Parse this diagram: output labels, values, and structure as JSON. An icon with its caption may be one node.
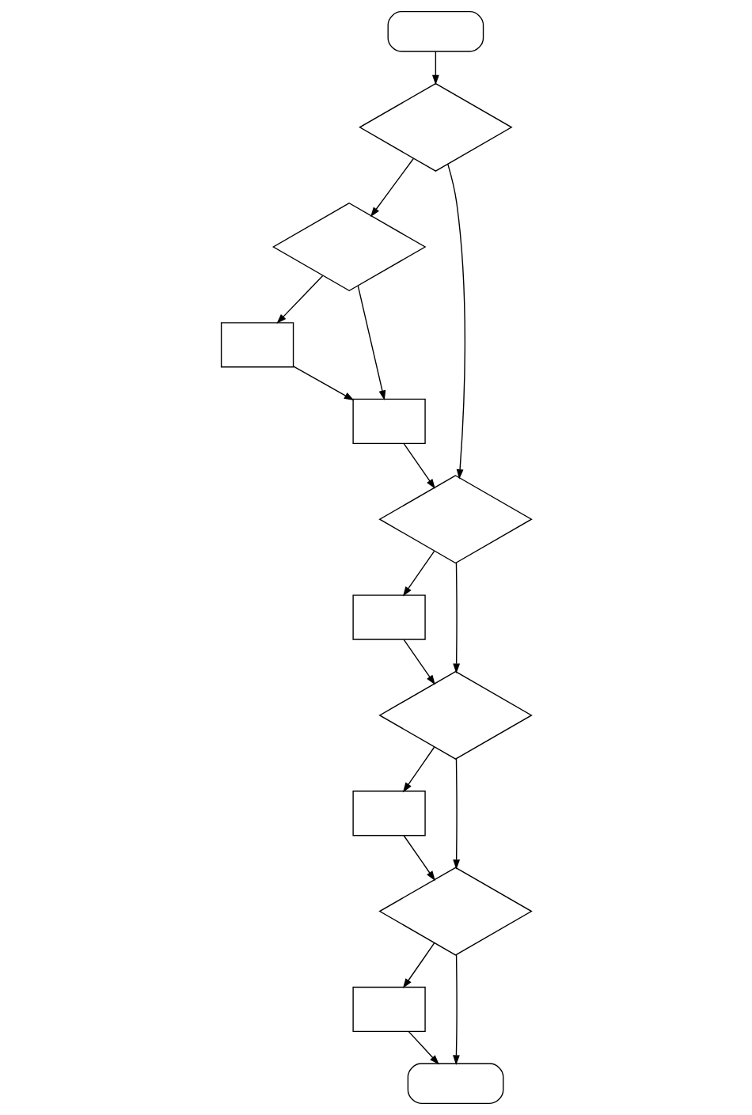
{
  "diagram": {
    "nodes": [
      {
        "text": [],
        "shape": "oval"
      },
      {
        "text": [],
        "shape": "diamond"
      },
      {
        "text": [],
        "shape": "diamond"
      },
      {
        "text": [],
        "shape": "box"
      },
      {
        "text": [],
        "shape": "box"
      },
      {
        "text": [],
        "shape": "diamond"
      },
      {
        "text": [],
        "shape": "box"
      },
      {
        "text": [],
        "shape": "diamond"
      },
      {
        "text": [],
        "shape": "box"
      },
      {
        "text": [],
        "shape": "diamond"
      },
      {
        "text": [],
        "shape": "box"
      },
      {
        "text": [],
        "shape": "oval"
      }
    ],
    "edges": [
      {
        "from": 0,
        "to": 1,
        "arrow": "to"
      },
      {
        "from": 1,
        "to": 2,
        "arrow": "to"
      },
      {
        "from": 2,
        "to": 3,
        "arrow": "to"
      },
      {
        "from": 2,
        "to": 4,
        "arrow": "to"
      },
      {
        "from": 3,
        "to": 4,
        "arrow": "to"
      },
      {
        "from": 1,
        "to": 5,
        "arrow": "to"
      },
      {
        "from": 4,
        "to": 5,
        "arrow": "to"
      },
      {
        "from": 5,
        "to": 6,
        "arrow": "to"
      },
      {
        "from": 5,
        "to": 7,
        "arrow": "to"
      },
      {
        "from": 6,
        "to": 7,
        "arrow": "to"
      },
      {
        "from": 7,
        "to": 8,
        "arrow": "to"
      },
      {
        "from": 7,
        "to": 9,
        "arrow": "to"
      },
      {
        "from": 8,
        "to": 9,
        "arrow": "to"
      },
      {
        "from": 9,
        "to": 10,
        "arrow": "to"
      },
      {
        "from": 9,
        "to": 11,
        "arrow": "to"
      },
      {
        "from": 10,
        "to": 11,
        "arrow": "to"
      }
    ]
  }
}
